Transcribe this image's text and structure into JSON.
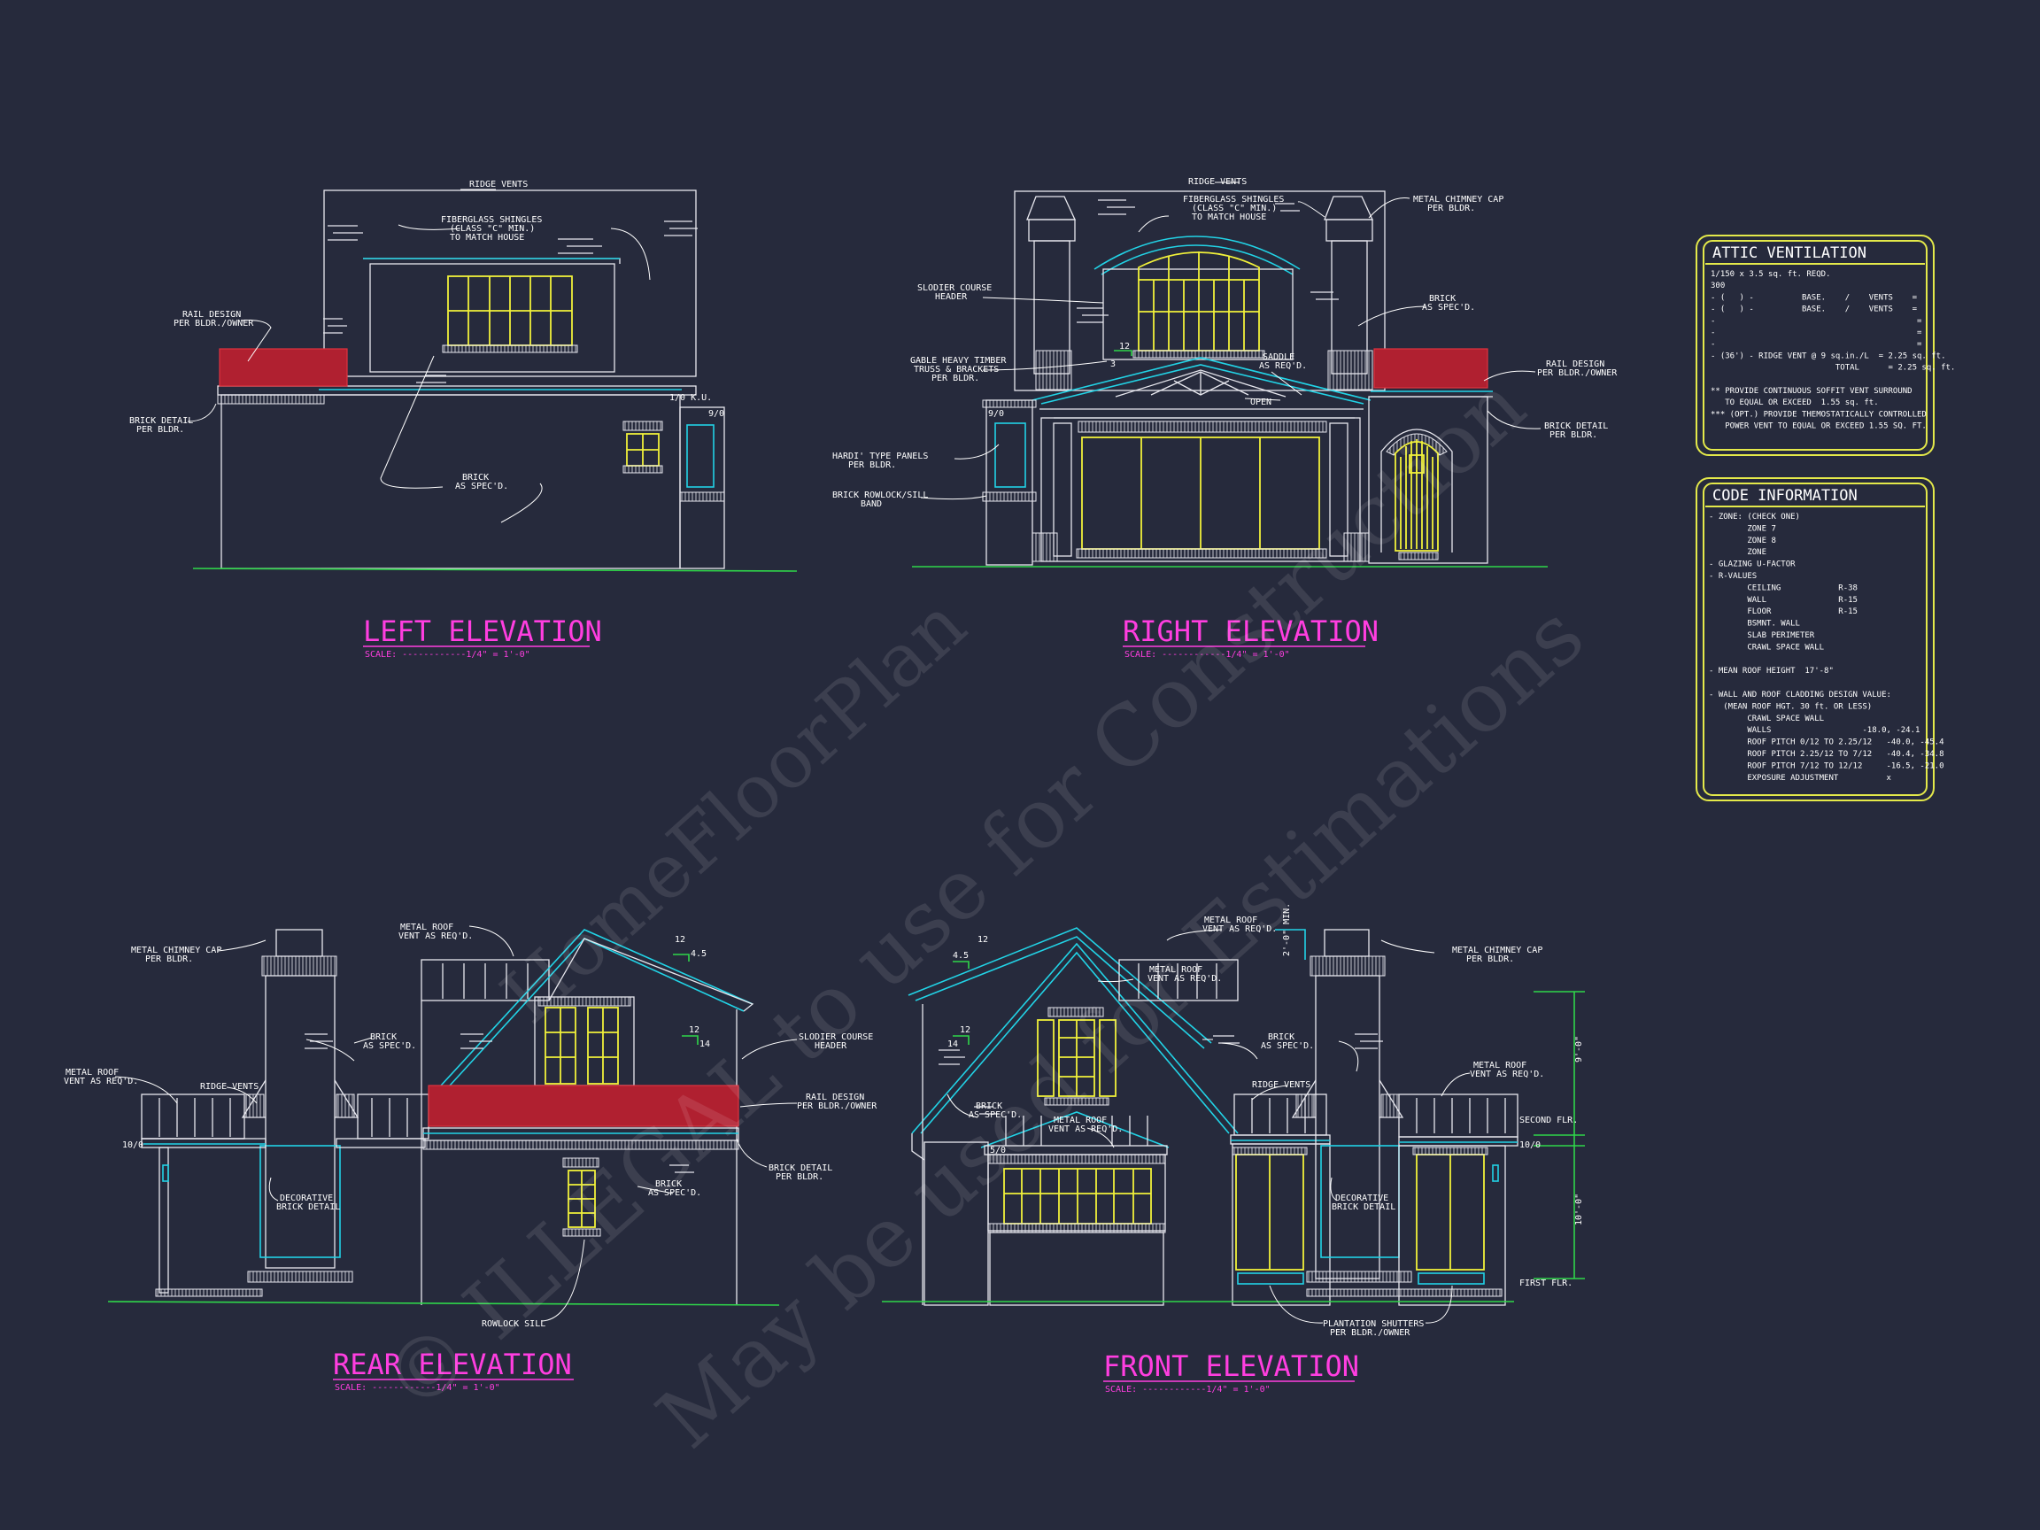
{
  "elevations": {
    "left": {
      "title": "LEFT ELEVATION",
      "scale": "SCALE: ------------1/4\" = 1'-0\"",
      "notes": {
        "ridge_vents": "RIDGE VENTS",
        "shingles_1": "FIBERGLASS SHINGLES",
        "shingles_2": "(CLASS \"C\" MIN.)",
        "shingles_3": "TO MATCH HOUSE",
        "rail_1": "RAIL DESIGN",
        "rail_2": "PER BLDR./OWNER",
        "brick_detail_1": "BRICK DETAIL",
        "brick_detail_2": "PER BLDR.",
        "brick_1": "BRICK",
        "brick_2": "AS SPEC'D.",
        "dim_1": "1/0 K.U.",
        "dim_2": "9/0"
      }
    },
    "right": {
      "title": "RIGHT ELEVATION",
      "scale": "SCALE: ------------1/4\" = 1'-0\"",
      "notes": {
        "ridge_vents": "RIDGE VENTS",
        "shingles_1": "FIBERGLASS SHINGLES",
        "shingles_2": "(CLASS \"C\" MIN.)",
        "shingles_3": "TO MATCH HOUSE",
        "chimney_1": "METAL CHIMNEY CAP",
        "chimney_2": "PER BLDR.",
        "soldier_1": "SLODIER COURSE",
        "soldier_2": "HEADER",
        "brick_1": "BRICK",
        "brick_2": "AS SPEC'D.",
        "gable_1": "GABLE HEAVY TIMBER",
        "gable_2": "TRUSS & BRACKETS",
        "gable_3": "PER BLDR.",
        "saddle_1": "SADDLE",
        "saddle_2": "AS REQ'D.",
        "open": "OPEN",
        "rail_1": "RAIL DESIGN",
        "rail_2": "PER BLDR./OWNER",
        "brick_detail_1": "BRICK DETAIL",
        "brick_detail_2": "PER BLDR.",
        "hardi_1": "HARDI' TYPE PANELS",
        "hardi_2": "PER BLDR.",
        "rowlock_1": "BRICK ROWLOCK/SILL",
        "rowlock_2": "BAND",
        "pitch_rise": "12",
        "pitch_run": "3",
        "dim_1": "9/0"
      }
    },
    "rear": {
      "title": "REAR ELEVATION",
      "scale": "SCALE: ------------1/4\" = 1'-0\"",
      "notes": {
        "chimney_1": "METAL CHIMNEY CAP",
        "chimney_2": "PER BLDR.",
        "metal_roof_1": "METAL ROOF",
        "metal_roof_2": "VENT AS REQ'D.",
        "brick_1": "BRICK",
        "brick_2": "AS SPEC'D.",
        "metal_roof_l1": "METAL ROOF",
        "metal_roof_l2": "VENT AS REQ'D.",
        "ridge_vents": "RIDGE VENTS",
        "dim_1": "10/0",
        "decorative_1": "DECORATIVE",
        "decorative_2": "BRICK DETAIL",
        "soldier_1": "SLODIER COURSE",
        "soldier_2": "HEADER",
        "rail_1": "RAIL DESIGN",
        "rail_2": "PER BLDR./OWNER",
        "brick_detail_1": "BRICK DETAIL",
        "brick_detail_2": "PER BLDR.",
        "brick_b1": "BRICK",
        "brick_b2": "AS SPEC'D.",
        "rowlock": "ROWLOCK SILL",
        "pitch_a_rise": "12",
        "pitch_a_run": "4.5",
        "pitch_b_rise": "12",
        "pitch_b_run": "14"
      }
    },
    "front": {
      "title": "FRONT ELEVATION",
      "scale": "SCALE: ------------1/4\" = 1'-0\"",
      "notes": {
        "metal_roof_1": "METAL ROOF",
        "metal_roof_2": "VENT AS REQ'D.",
        "metal_roof_b1": "METAL ROOF",
        "metal_roof_b2": "VENT AS REQ'D.",
        "metal_roof_c1": "METAL ROOF",
        "metal_roof_c2": "VENT AS REQ'D.",
        "metal_roof_d1": "METAL ROOF",
        "metal_roof_d2": "VENT AS REQ'D.",
        "chimney_1": "METAL CHIMNEY CAP",
        "chimney_2": "PER BLDR.",
        "brick_1": "BRICK",
        "brick_2": "AS SPEC'D.",
        "brick_b1": "BRICK",
        "brick_b2": "AS SPEC'D.",
        "ridge_vents": "RIDGE VENTS",
        "decorative_1": "DECORATIVE",
        "decorative_2": "BRICK DETAIL",
        "shutters_1": "PLANTATION SHUTTERS",
        "shutters_2": "PER BLDR./OWNER",
        "second_flr": "SECOND FLR.",
        "first_flr": "FIRST FLR.",
        "dim_a": "9'-0\"",
        "dim_b": "10'-0\"",
        "dim_c": "2'-0\" MIN.",
        "dim_1": "5/0",
        "dim_2": "10/0",
        "pitch_a_rise": "12",
        "pitch_a_run": "4.5",
        "pitch_b_rise": "12",
        "pitch_b_run": "14"
      }
    }
  },
  "attic_ventilation": {
    "title": "ATTIC VENTILATION",
    "lines": [
      "1/150 x 3.5 sq. ft. REQD.",
      "300",
      "- (   ) -          BASE.    /    VENTS    =",
      "- (   ) -          BASE.    /    VENTS    =",
      "-                                          =",
      "-                                          =",
      "-                                          =",
      "- (36') - RIDGE VENT @ 9 sq.in./L  = 2.25 sq. ft.",
      "                          TOTAL      = 2.25 sq. ft.",
      "",
      "** PROVIDE CONTINUOUS SOFFIT VENT SURROUND",
      "   TO EQUAL OR EXCEED  1.55 sq. ft.",
      "*** (OPT.) PROVIDE THEMOSTATICALLY CONTROLLED",
      "   POWER VENT TO EQUAL OR EXCEED 1.55 SQ. FT."
    ]
  },
  "code_information": {
    "title": "CODE INFORMATION",
    "lines": [
      "- ZONE: (CHECK ONE)",
      "        ZONE 7",
      "        ZONE 8",
      "        ZONE",
      "- GLAZING U-FACTOR",
      "- R-VALUES",
      "        CEILING            R-38",
      "        WALL               R-15",
      "        FLOOR              R-15",
      "        BSMNT. WALL",
      "        SLAB PERIMETER",
      "        CRAWL SPACE WALL",
      "",
      "- MEAN ROOF HEIGHT  17'-8\"",
      "",
      "- WALL AND ROOF CLADDING DESIGN VALUE:",
      "   (MEAN ROOF HGT. 30 ft. OR LESS)",
      "        CRAWL SPACE WALL",
      "        WALLS                   -18.0, -24.1",
      "        ROOF PITCH 0/12 TO 2.25/12   -40.0, -45.4",
      "        ROOF PITCH 2.25/12 TO 7/12   -40.4, -34.8",
      "        ROOF PITCH 7/12 TO 12/12     -16.5, -21.0",
      "        EXPOSURE ADJUSTMENT          x"
    ]
  },
  "watermark": {
    "line_1": "© ILLEGAL to use for Construction",
    "line_2": "May be used for Estimations",
    "brand": "HomeFloorPlan"
  },
  "colors": {
    "background": "#262a3c",
    "outline": "#e8e8ef",
    "cyan": "#22d3e6",
    "yellow": "#f1f13a",
    "red": "#b02030",
    "green": "#2fd64a",
    "title": "#ff3ee0"
  }
}
